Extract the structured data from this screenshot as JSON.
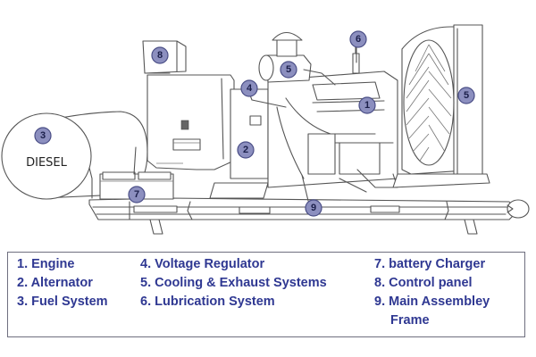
{
  "diagram": {
    "title": "Diesel Generator Components",
    "tank_label": "DIESEL",
    "badge_color": "#8c8fbf",
    "badges": [
      {
        "id": "8",
        "label": "8",
        "part": "Control panel"
      },
      {
        "id": "5a",
        "label": "5",
        "part": "Cooling & Exhaust Systems"
      },
      {
        "id": "6",
        "label": "6",
        "part": "Lubrication System"
      },
      {
        "id": "4",
        "label": "4",
        "part": "Voltage Regulator"
      },
      {
        "id": "1",
        "label": "1",
        "part": "Engine"
      },
      {
        "id": "5b",
        "label": "5",
        "part": "Cooling & Exhaust Systems"
      },
      {
        "id": "3",
        "label": "3",
        "part": "Fuel System"
      },
      {
        "id": "2",
        "label": "2",
        "part": "Alternator"
      },
      {
        "id": "7",
        "label": "7",
        "part": "battery Charger"
      },
      {
        "id": "9",
        "label": "9",
        "part": "Main Assembley Frame"
      }
    ]
  },
  "legend": {
    "text_color": "#2f3892",
    "columns": [
      {
        "items": [
          "1. Engine",
          "2. Alternator",
          "3. Fuel System"
        ]
      },
      {
        "items": [
          "4. Voltage Regulator",
          "5. Cooling & Exhaust Systems",
          "6. Lubrication System"
        ]
      },
      {
        "items": [
          "7. battery Charger",
          "8. Control panel",
          "9. Main Assembley",
          "Frame"
        ]
      }
    ]
  }
}
